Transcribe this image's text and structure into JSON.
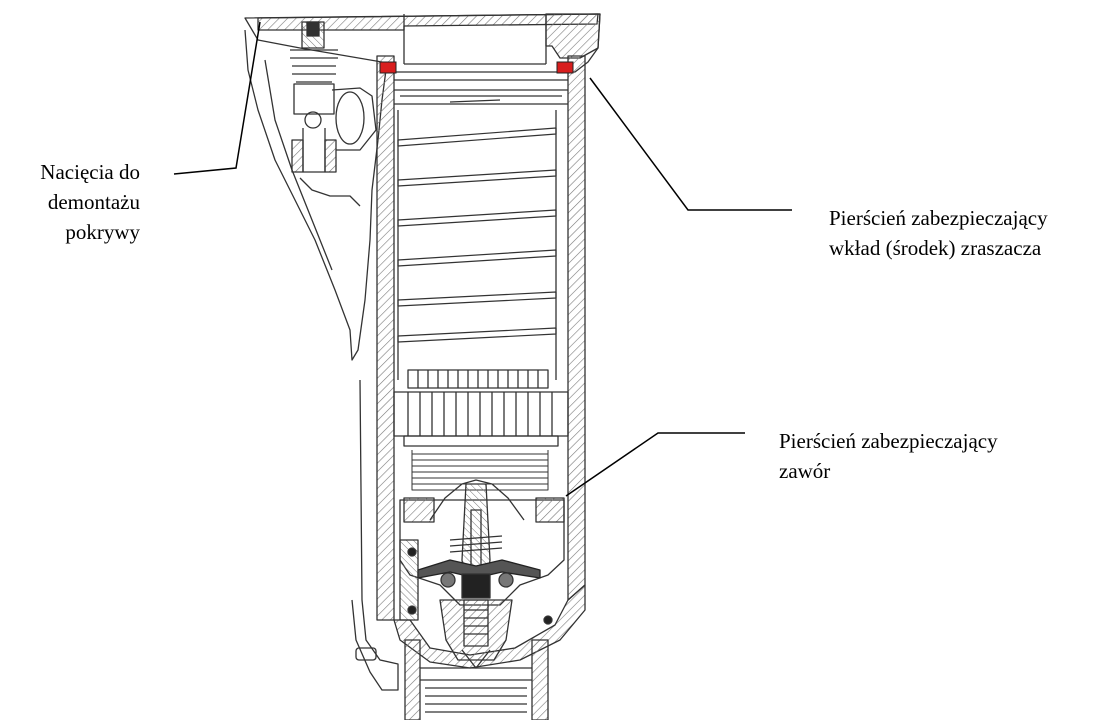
{
  "labels": {
    "cap_notches": [
      "Nacięcia do",
      "demontażu",
      "pokrywy"
    ],
    "cartridge_ring": [
      "Pierścień zabezpieczający",
      "wkład (środek) zraszacza"
    ],
    "valve_ring": [
      "Pierścień zabezpieczający",
      "zawór"
    ]
  },
  "colors": {
    "line": "#333333",
    "leader": "#000000",
    "seal": "#d81e1e",
    "hatch": "#7a7a7a"
  }
}
